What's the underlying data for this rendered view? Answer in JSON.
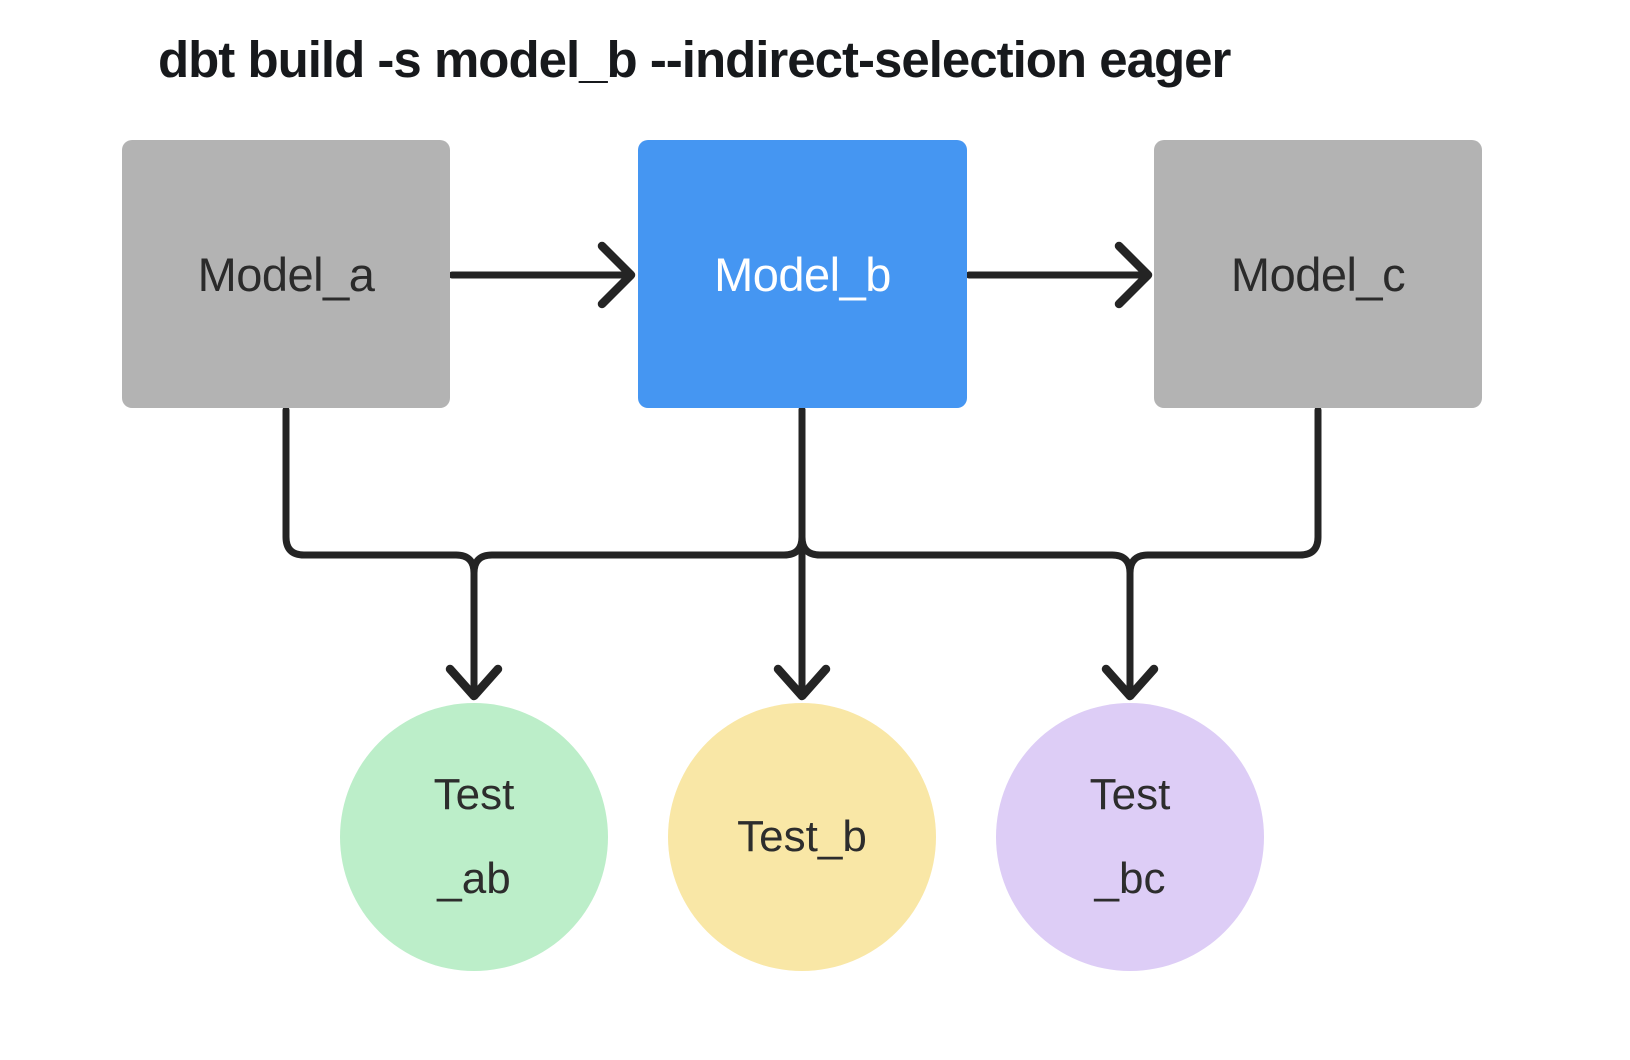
{
  "title": "dbt build -s model_b --indirect-selection eager",
  "models": [
    {
      "id": "model_a",
      "label": "Model_a",
      "fill": "#b3b3b3",
      "text_color": "#2b2b2b",
      "selected": false
    },
    {
      "id": "model_b",
      "label": "Model_b",
      "fill": "#4596f2",
      "text_color": "#ffffff",
      "selected": true
    },
    {
      "id": "model_c",
      "label": "Model_c",
      "fill": "#b3b3b3",
      "text_color": "#2b2b2b",
      "selected": false
    }
  ],
  "tests": [
    {
      "id": "test_ab",
      "label_lines": [
        "Test",
        "_ab"
      ],
      "fill": "#bceec9"
    },
    {
      "id": "test_b",
      "label_lines": [
        "Test_b"
      ],
      "fill": "#f9e7a6"
    },
    {
      "id": "test_bc",
      "label_lines": [
        "Test",
        "_bc"
      ],
      "fill": "#ddcdf6"
    }
  ],
  "edges": [
    {
      "from": "model_a",
      "to": "model_b"
    },
    {
      "from": "model_b",
      "to": "model_c"
    },
    {
      "from": "model_a",
      "to": "test_ab"
    },
    {
      "from": "model_b",
      "to": "test_ab"
    },
    {
      "from": "model_b",
      "to": "test_b"
    },
    {
      "from": "model_b",
      "to": "test_bc"
    },
    {
      "from": "model_c",
      "to": "test_bc"
    }
  ],
  "colors": {
    "background": "#ffffff",
    "line": "#242424",
    "title_text": "#17191c"
  }
}
